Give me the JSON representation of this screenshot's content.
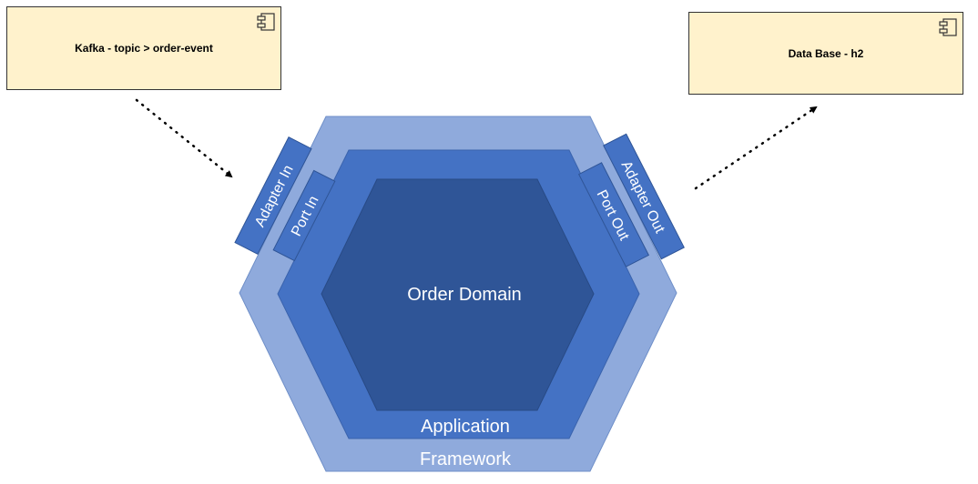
{
  "kafka_box": {
    "label": "Kafka - topic > order-event"
  },
  "db_box": {
    "label": "Data Base - h2"
  },
  "hexagon": {
    "domain_label": "Order Domain",
    "application_label": "Application",
    "framework_label": "Framework"
  },
  "ports": {
    "adapter_in": "Adapter In",
    "port_in": "Port In",
    "port_out": "Port Out",
    "adapter_out": "Adapter Out"
  },
  "colors": {
    "framework_fill": "#8faadc",
    "application_fill": "#4472c4",
    "domain_fill": "#2f5597",
    "component_fill": "#fff2cc",
    "port_fill": "#4472c4"
  }
}
